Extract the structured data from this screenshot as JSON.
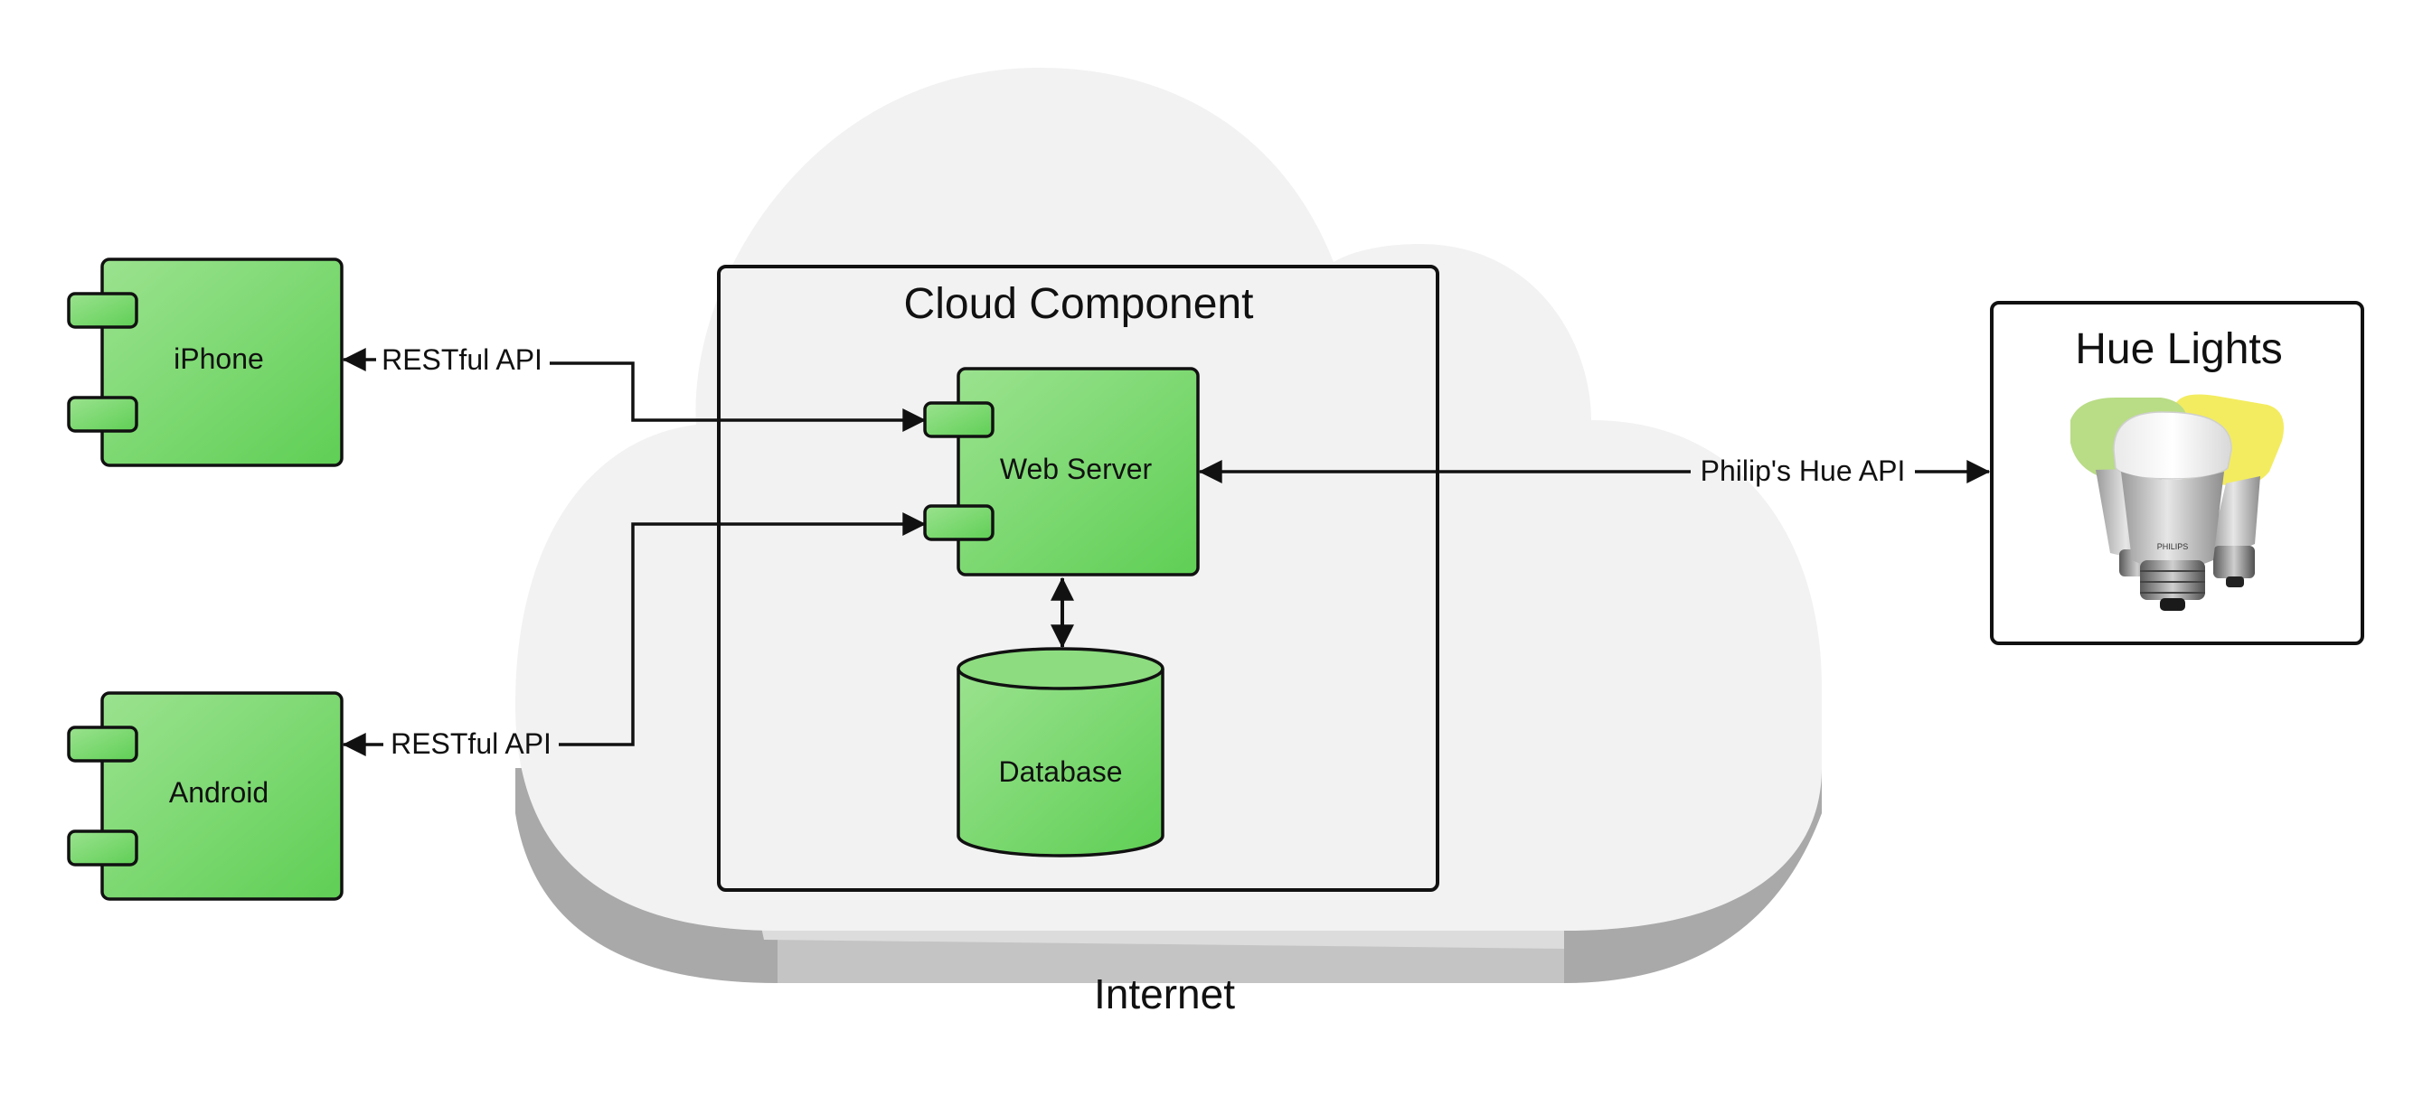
{
  "diagram": {
    "colors": {
      "component_fill_light": "#9be28f",
      "component_fill_dark": "#5fcf55",
      "stroke": "#111111",
      "cloud_fill": "#f2f2f2",
      "cloud_shadow": "#a9a9a9"
    },
    "cloud": {
      "label": "Internet"
    },
    "cloud_component": {
      "title": "Cloud Component"
    },
    "web_server": {
      "label": "Web Server"
    },
    "database": {
      "label": "Database"
    },
    "iphone": {
      "label": "iPhone"
    },
    "android": {
      "label": "Android"
    },
    "hue": {
      "title": "Hue Lights",
      "brand": "PHILIPS"
    },
    "connectors": {
      "iphone_api": "RESTful API",
      "android_api": "RESTful API",
      "hue_api": "Philip's Hue API"
    }
  }
}
